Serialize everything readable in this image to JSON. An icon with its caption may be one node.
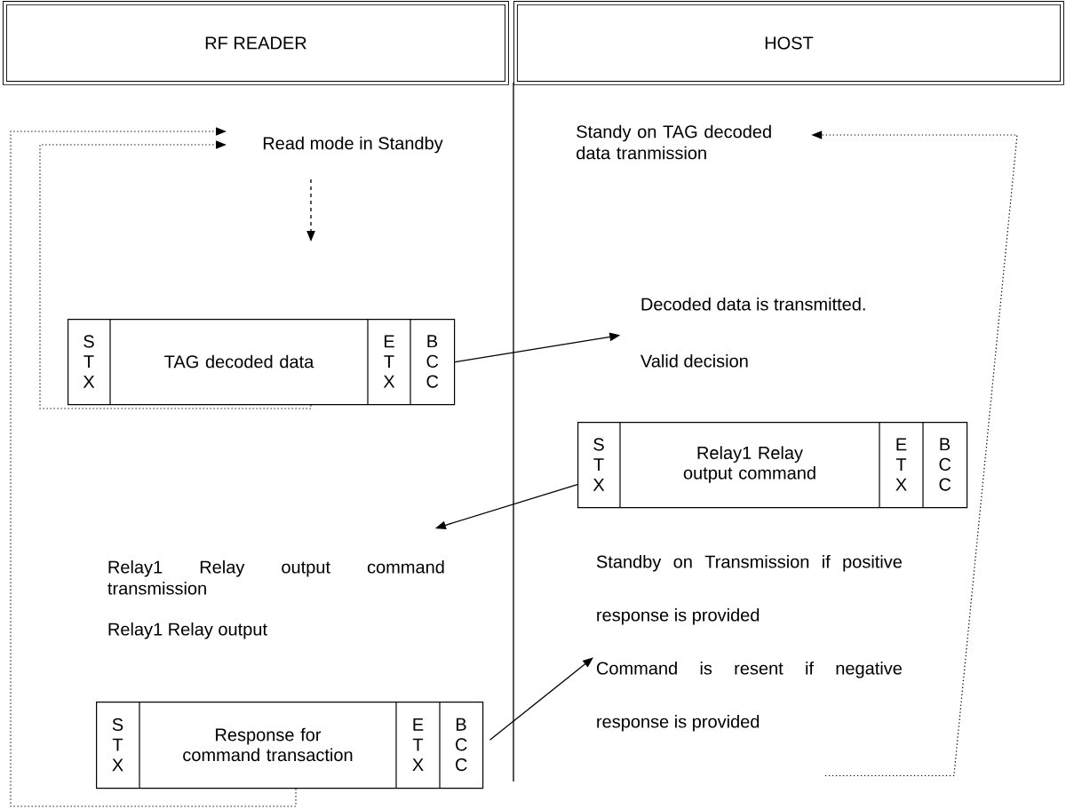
{
  "diagram": {
    "nodes": [
      {
        "text": [
          "RF READER"
        ]
      },
      {
        "text": [
          "HOST"
        ]
      },
      {
        "text": [
          "Read mode in Standby"
        ]
      },
      {
        "text": [
          "S T X",
          "TAG decoded data",
          "E T X",
          "B C C"
        ]
      },
      {
        "text": [
          "Standy on TAG decoded data tranmission"
        ]
      },
      {
        "text": [
          "Decoded data is transmitted.",
          "Valid decision"
        ]
      },
      {
        "text": [
          "S T X",
          "Relay1 Relay output command",
          "E T X",
          "B C C"
        ]
      },
      {
        "text": [
          "Relay1 Relay output command transmission",
          "Relay1 Relay output"
        ]
      },
      {
        "text": [
          "Standby on Transmission if positive response is provided",
          "Command is resent if negative response is provided"
        ]
      },
      {
        "text": [
          "S T X",
          "Response for command transaction",
          "E T X",
          "B C C"
        ]
      }
    ],
    "edges": [
      {
        "from": 2,
        "to": null,
        "arrow": "to",
        "style": "dashed"
      },
      {
        "from": 3,
        "to": 2,
        "arrow": "to",
        "style": "dashed"
      },
      {
        "from": 9,
        "to": 2,
        "arrow": "to",
        "style": "dashed"
      },
      {
        "from": 3,
        "to": 5,
        "arrow": "to"
      },
      {
        "from": 6,
        "to": 7,
        "arrow": "to"
      },
      {
        "from": 9,
        "to": 8,
        "arrow": "to"
      },
      {
        "from": 8,
        "to": 4,
        "arrow": "to",
        "style": "dashed"
      }
    ]
  }
}
